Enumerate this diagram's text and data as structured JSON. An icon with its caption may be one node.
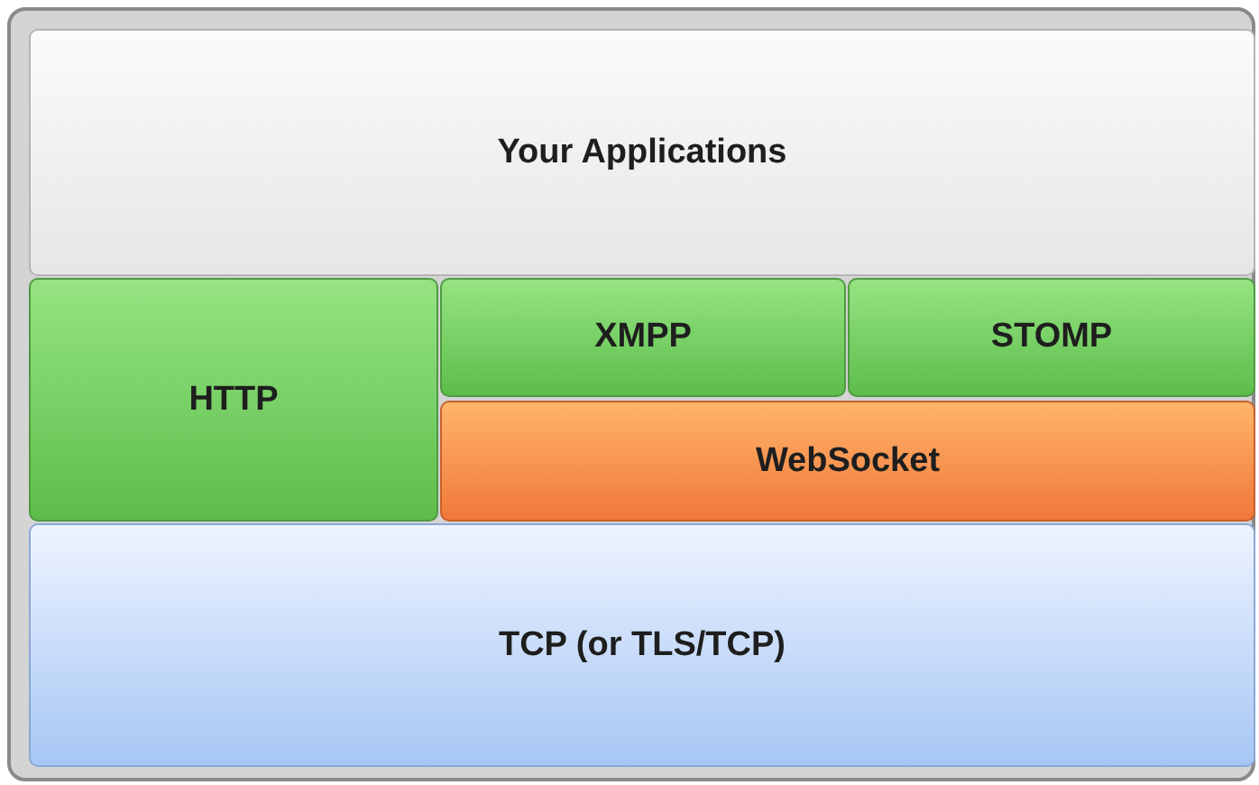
{
  "diagram": {
    "nodes": [
      {
        "text": [
          "Your Applications"
        ]
      },
      {
        "text": [
          "HTTP"
        ]
      },
      {
        "text": [
          "XMPP"
        ]
      },
      {
        "text": [
          "STOMP"
        ]
      },
      {
        "text": [
          "WebSocket"
        ]
      },
      {
        "text": [
          "TCP (or TLS/TCP)"
        ]
      }
    ]
  }
}
